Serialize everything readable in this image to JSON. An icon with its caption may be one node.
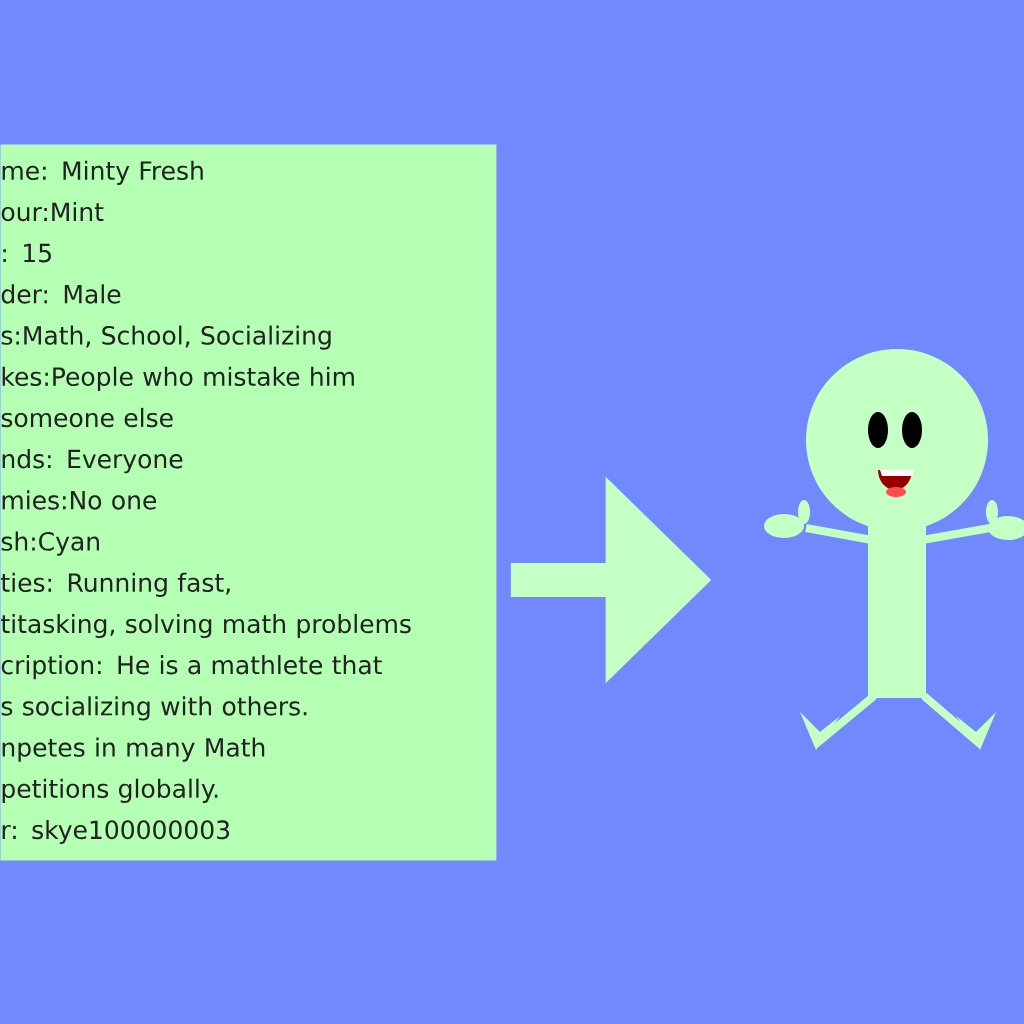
{
  "diagram": {
    "nodes": [
      {
        "text": [
          "me: Minty Fresh",
          "our:Mint",
          ": 15",
          "der: Male",
          "s:Math, School, Socializing",
          "kes:People who mistake him",
          "someone else",
          "nds: Everyone",
          "mies:No one",
          "sh:Cyan",
          "ties: Running fast,",
          "titasking, solving math problems",
          "cription: He is a mathlete that",
          "s socializing with others.",
          "npetes in many Math",
          "petitions globally.",
          "r: skye100000003"
        ]
      },
      {
        "text": [],
        "shape": "picture"
      }
    ],
    "edges": [
      {
        "from": 0,
        "to": 1,
        "arrow": "to"
      }
    ]
  }
}
